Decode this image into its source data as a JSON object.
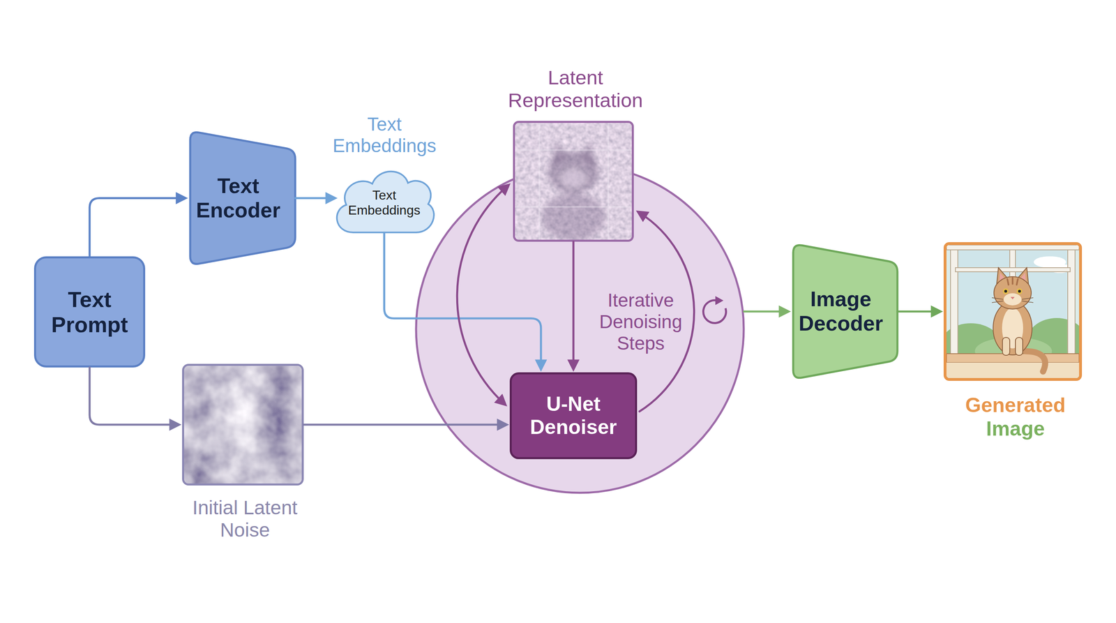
{
  "diagram": {
    "nodes": [
      {
        "text": [
          "Text Prompt"
        ]
      },
      {
        "text": [
          "Text Encoder"
        ]
      },
      {
        "text": [
          "Text Embeddings",
          "Text Embeddings"
        ]
      },
      {
        "text": [
          "Initial Latent Noise"
        ]
      },
      {
        "text": [
          "Iterative Denoising Steps"
        ]
      },
      {
        "text": [
          "Latent Representation"
        ],
        "in": 4
      },
      {
        "text": [
          "U-Net Denoiser"
        ],
        "in": 4
      },
      {
        "text": [
          "Image Decoder"
        ]
      },
      {
        "text": [
          "Generated Image"
        ]
      }
    ],
    "edges": [
      {
        "from": 0,
        "to": 1,
        "arrow": "to"
      },
      {
        "from": 0,
        "to": 3,
        "arrow": "to"
      },
      {
        "from": 1,
        "to": 2,
        "arrow": "to"
      },
      {
        "from": 2,
        "to": 6,
        "arrow": "to"
      },
      {
        "from": 3,
        "to": 6,
        "arrow": "to"
      },
      {
        "from": 5,
        "to": 6,
        "arrow": "to"
      },
      {
        "from": 6,
        "to": 5,
        "arrow": "to"
      },
      {
        "from": 5,
        "to": 6,
        "arrow": "both"
      },
      {
        "from": 4,
        "to": 7,
        "arrow": "to"
      },
      {
        "from": 7,
        "to": 8,
        "arrow": "to"
      }
    ]
  }
}
